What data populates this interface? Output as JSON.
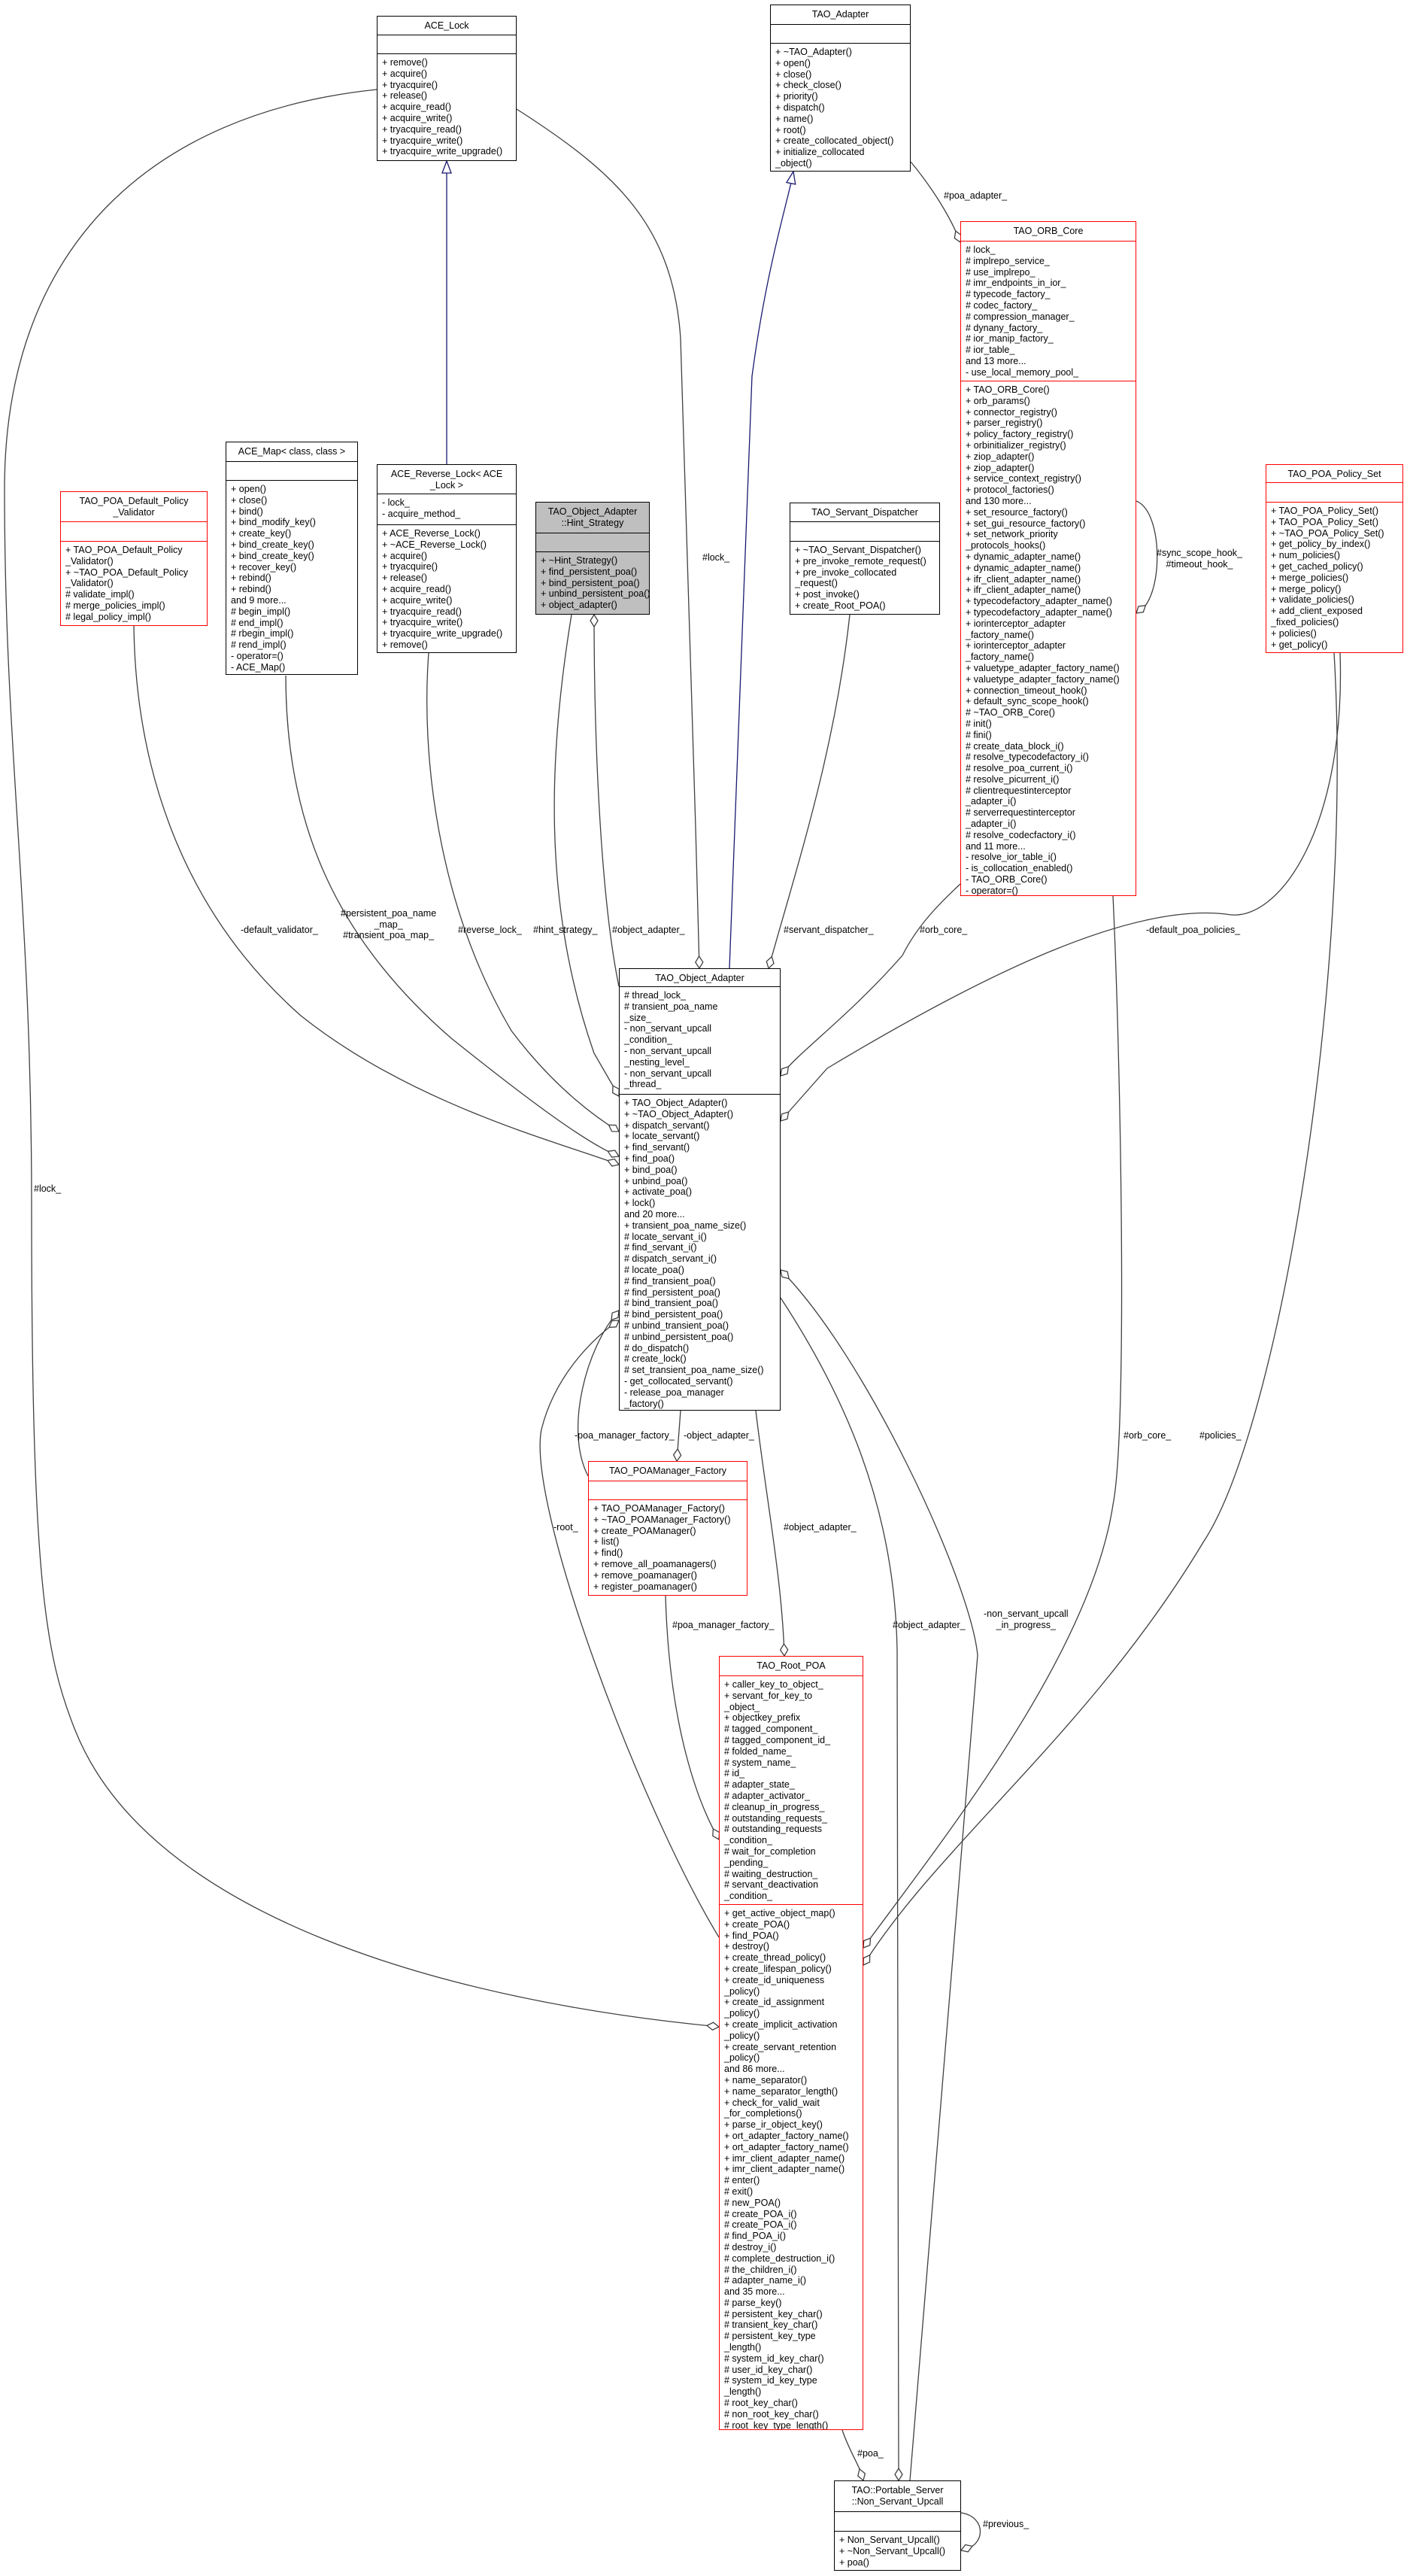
{
  "classes": {
    "ace_lock": {
      "title": [
        "ACE_Lock"
      ],
      "attributes": [],
      "methods": [
        "+ remove()",
        "+ acquire()",
        "+ tryacquire()",
        "+ release()",
        "+ acquire_read()",
        "+ acquire_write()",
        "+ tryacquire_read()",
        "+ tryacquire_write()",
        "+ tryacquire_write_upgrade()"
      ]
    },
    "tao_adapter": {
      "title": [
        "TAO_Adapter"
      ],
      "attributes": [],
      "methods": [
        "+ ~TAO_Adapter()",
        "+ open()",
        "+ close()",
        "+ check_close()",
        "+ priority()",
        "+ dispatch()",
        "+ name()",
        "+ root()",
        "+ create_collocated_object()",
        "+ initialize_collocated",
        "_object()"
      ]
    },
    "orb_core": {
      "title": [
        "TAO_ORB_Core"
      ],
      "attributes": [
        "# lock_",
        "# implrepo_service_",
        "# use_implrepo_",
        "# imr_endpoints_in_ior_",
        "# typecode_factory_",
        "# codec_factory_",
        "# compression_manager_",
        "# dynany_factory_",
        "# ior_manip_factory_",
        "# ior_table_",
        "and 13 more...",
        "- use_local_memory_pool_"
      ],
      "methods": [
        "+ TAO_ORB_Core()",
        "+ orb_params()",
        "+ connector_registry()",
        "+ parser_registry()",
        "+ policy_factory_registry()",
        "+ orbinitializer_registry()",
        "+ ziop_adapter()",
        "+ ziop_adapter()",
        "+ service_context_registry()",
        "+ protocol_factories()",
        "and 130 more...",
        "+ set_resource_factory()",
        "+ set_gui_resource_factory()",
        "+ set_network_priority",
        "_protocols_hooks()",
        "+ dynamic_adapter_name()",
        "+ dynamic_adapter_name()",
        "+ ifr_client_adapter_name()",
        "+ ifr_client_adapter_name()",
        "+ typecodefactory_adapter_name()",
        "+ typecodefactory_adapter_name()",
        "+ iorinterceptor_adapter",
        "_factory_name()",
        "+ iorinterceptor_adapter",
        "_factory_name()",
        "+ valuetype_adapter_factory_name()",
        "+ valuetype_adapter_factory_name()",
        "+ connection_timeout_hook()",
        "+ default_sync_scope_hook()",
        "# ~TAO_ORB_Core()",
        "# init()",
        "# fini()",
        "# create_data_block_i()",
        "# resolve_typecodefactory_i()",
        "# resolve_poa_current_i()",
        "# resolve_picurrent_i()",
        "# clientrequestinterceptor",
        "_adapter_i()",
        "# serverrequestinterceptor",
        "_adapter_i()",
        "# resolve_codecfactory_i()",
        "and 11 more...",
        "- resolve_ior_table_i()",
        "- is_collocation_enabled()",
        "- TAO_ORB_Core()",
        "- operator=()"
      ]
    },
    "policy_set": {
      "title": [
        "TAO_POA_Policy_Set"
      ],
      "attributes": [],
      "methods": [
        "+ TAO_POA_Policy_Set()",
        "+ TAO_POA_Policy_Set()",
        "+ ~TAO_POA_Policy_Set()",
        "+ get_policy_by_index()",
        "+ num_policies()",
        "+ get_cached_policy()",
        "+ merge_policies()",
        "+ merge_policy()",
        "+ validate_policies()",
        "+ add_client_exposed",
        "_fixed_policies()",
        "+ policies()",
        "+ get_policy()"
      ]
    },
    "validator": {
      "title": [
        "TAO_POA_Default_Policy",
        "_Validator"
      ],
      "attributes": [],
      "methods": [
        "+ TAO_POA_Default_Policy",
        "_Validator()",
        "+ ~TAO_POA_Default_Policy",
        "_Validator()",
        "# validate_impl()",
        "# merge_policies_impl()",
        "# legal_policy_impl()"
      ]
    },
    "ace_map": {
      "title": [
        "ACE_Map< class, class >"
      ],
      "attributes": [],
      "methods": [
        "+ open()",
        "+ close()",
        "+ bind()",
        "+ bind_modify_key()",
        "+ create_key()",
        "+ bind_create_key()",
        "+ bind_create_key()",
        "+ recover_key()",
        "+ rebind()",
        "+ rebind()",
        "and 9 more...",
        "# begin_impl()",
        "# end_impl()",
        "# rbegin_impl()",
        "# rend_impl()",
        "- operator=()",
        "- ACE_Map()"
      ]
    },
    "reverse_lock": {
      "title": [
        "ACE_Reverse_Lock< ACE",
        "_Lock >"
      ],
      "attributes": [
        "- lock_",
        "- acquire_method_"
      ],
      "methods": [
        "+ ACE_Reverse_Lock()",
        "+ ~ACE_Reverse_Lock()",
        "+ acquire()",
        "+ tryacquire()",
        "+ release()",
        "+ acquire_read()",
        "+ acquire_write()",
        "+ tryacquire_read()",
        "+ tryacquire_write()",
        "+ tryacquire_write_upgrade()",
        "+ remove()"
      ]
    },
    "hint_strategy": {
      "title": [
        "TAO_Object_Adapter",
        "::Hint_Strategy"
      ],
      "attributes": [],
      "methods": [
        "+ ~Hint_Strategy()",
        "+ find_persistent_poa()",
        "+ bind_persistent_poa()",
        "+ unbind_persistent_poa()",
        "+ object_adapter()"
      ]
    },
    "servant_dispatcher": {
      "title": [
        "TAO_Servant_Dispatcher"
      ],
      "attributes": [],
      "methods": [
        "+ ~TAO_Servant_Dispatcher()",
        "+ pre_invoke_remote_request()",
        "+ pre_invoke_collocated",
        "_request()",
        "+ post_invoke()",
        "+ create_Root_POA()"
      ]
    },
    "object_adapter": {
      "title": [
        "TAO_Object_Adapter"
      ],
      "attributes": [
        "# thread_lock_",
        "# transient_poa_name",
        "_size_",
        "- non_servant_upcall",
        "_condition_",
        "- non_servant_upcall",
        "_nesting_level_",
        "- non_servant_upcall",
        "_thread_"
      ],
      "methods": [
        "+ TAO_Object_Adapter()",
        "+ ~TAO_Object_Adapter()",
        "+ dispatch_servant()",
        "+ locate_servant()",
        "+ find_servant()",
        "+ find_poa()",
        "+ bind_poa()",
        "+ unbind_poa()",
        "+ activate_poa()",
        "+ lock()",
        "and 20 more...",
        "+ transient_poa_name_size()",
        "# locate_servant_i()",
        "# find_servant_i()",
        "# dispatch_servant_i()",
        "# locate_poa()",
        "# find_transient_poa()",
        "# find_persistent_poa()",
        "# bind_transient_poa()",
        "# bind_persistent_poa()",
        "# unbind_transient_poa()",
        "# unbind_persistent_poa()",
        "# do_dispatch()",
        "# create_lock()",
        "# set_transient_poa_name_size()",
        "- get_collocated_servant()",
        "- release_poa_manager",
        "_factory()"
      ]
    },
    "poamanager_factory": {
      "title": [
        "TAO_POAManager_Factory"
      ],
      "attributes": [],
      "methods": [
        "+ TAO_POAManager_Factory()",
        "+ ~TAO_POAManager_Factory()",
        "+ create_POAManager()",
        "+ list()",
        "+ find()",
        "+ remove_all_poamanagers()",
        "+ remove_poamanager()",
        "+ register_poamanager()"
      ]
    },
    "root_poa": {
      "title": [
        "TAO_Root_POA"
      ],
      "attributes": [
        "+ caller_key_to_object_",
        "+ servant_for_key_to",
        "_object_",
        "+ objectkey_prefix",
        "# tagged_component_",
        "# tagged_component_id_",
        "# folded_name_",
        "# system_name_",
        "# id_",
        "# adapter_state_",
        "# adapter_activator_",
        "# cleanup_in_progress_",
        "# outstanding_requests_",
        "# outstanding_requests",
        "_condition_",
        "# wait_for_completion",
        "_pending_",
        "# waiting_destruction_",
        "# servant_deactivation",
        "_condition_"
      ],
      "methods": [
        "+ get_active_object_map()",
        "+ create_POA()",
        "+ find_POA()",
        "+ destroy()",
        "+ create_thread_policy()",
        "+ create_lifespan_policy()",
        "+ create_id_uniqueness",
        "_policy()",
        "+ create_id_assignment",
        "_policy()",
        "+ create_implicit_activation",
        "_policy()",
        "+ create_servant_retention",
        "_policy()",
        "and 86 more...",
        "+ name_separator()",
        "+ name_separator_length()",
        "+ check_for_valid_wait",
        "_for_completions()",
        "+ parse_ir_object_key()",
        "+ ort_adapter_factory_name()",
        "+ ort_adapter_factory_name()",
        "+ imr_client_adapter_name()",
        "+ imr_client_adapter_name()",
        "# enter()",
        "# exit()",
        "# new_POA()",
        "# create_POA_i()",
        "# create_POA_i()",
        "# find_POA_i()",
        "# destroy_i()",
        "# complete_destruction_i()",
        "# the_children_i()",
        "# adapter_name_i()",
        "and 35 more...",
        "# parse_key()",
        "# persistent_key_char()",
        "# transient_key_char()",
        "# persistent_key_type",
        "_length()",
        "# system_id_key_char()",
        "# user_id_key_char()",
        "# system_id_key_type",
        "_length()",
        "# root_key_char()",
        "# non_root_key_char()",
        "# root_key_type_length()"
      ]
    },
    "non_servant_upcall": {
      "title": [
        "TAO::Portable_Server",
        "::Non_Servant_Upcall"
      ],
      "attributes": [],
      "methods": [
        "+ Non_Servant_Upcall()",
        "+ ~Non_Servant_Upcall()",
        "+ poa()"
      ]
    }
  },
  "edge_labels": {
    "lock_right": [
      "#lock_"
    ],
    "poa_adapter": [
      "#poa_adapter_"
    ],
    "orb_self": [
      "#sync_scope_hook_",
      "#timeout_hook_"
    ],
    "default_validator": [
      "-default_validator_"
    ],
    "poa_maps": [
      "#persistent_poa_name",
      "_map_",
      "#transient_poa_map_"
    ],
    "reverse_lock": [
      "#reverse_lock_"
    ],
    "hint_strategy": [
      "#hint_strategy_"
    ],
    "hint_object_adapter": [
      "#object_adapter_"
    ],
    "servant_dispatcher": [
      "#servant_dispatcher_"
    ],
    "orb_core_oa": [
      "#orb_core_"
    ],
    "default_poa_policies": [
      "-default_poa_policies_"
    ],
    "lock_left": [
      "#lock_"
    ],
    "factory_poa_manager": [
      "-poa_manager_factory_"
    ],
    "factory_object_adapter": [
      "-object_adapter_"
    ],
    "root_orb_core": [
      "#orb_core_"
    ],
    "root_policies": [
      "#policies_"
    ],
    "root": [
      "-root_"
    ],
    "root_object_adapter": [
      "#object_adapter_"
    ],
    "root_poa_manager_factory": [
      "#poa_manager_factory_"
    ],
    "nsu_object_adapter": [
      "#object_adapter_"
    ],
    "nsu_in_progress": [
      "-non_servant_upcall",
      "_in_progress_"
    ],
    "poa": [
      "#poa_"
    ],
    "previous": [
      "#previous_"
    ]
  },
  "colors": {
    "edge": "#404040",
    "inheritance": "#191970",
    "highlight_border": "#ff0000",
    "focus_fill": "#bfbfbf"
  }
}
